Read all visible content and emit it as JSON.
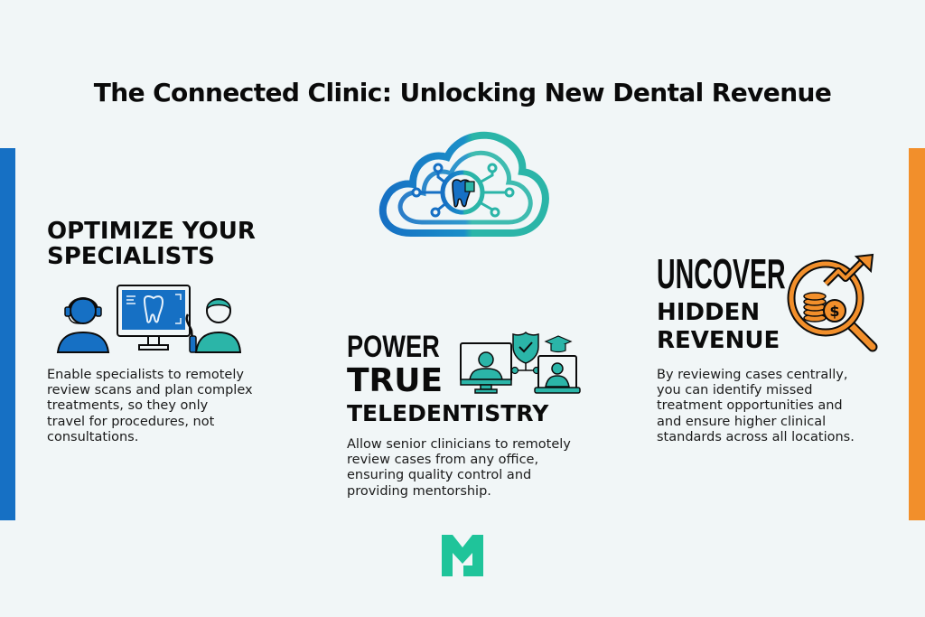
{
  "title": "The Connected Clinic: Unlocking New Dental Revenue",
  "colors": {
    "background": "#f1f6f7",
    "blue": "#1670c4",
    "teal": "#2bb5a8",
    "orange": "#f28f2b",
    "logo_green": "#1fc49a"
  },
  "hero_icon": "cloud-tooth-network-icon",
  "sections": {
    "left": {
      "heading_lines": [
        "OPTIMIZE YOUR",
        "SPECIALISTS"
      ],
      "icon": "remote-specialist-monitor-icon",
      "body_lines": [
        "Enable specialists to remotely",
        "review scans and plan complex",
        "treatments, so they only",
        "travel for procedures, not",
        "consultations."
      ]
    },
    "middle": {
      "heading_lines": [
        "POWER",
        "TRUE",
        "TELEDENTISTRY"
      ],
      "icon": "teledentistry-video-call-icon",
      "body_lines": [
        "Allow senior clinicians to remotely",
        "review cases from any office,",
        "ensuring quality control and",
        "providing mentorship."
      ]
    },
    "right": {
      "heading_lines": [
        "UNCOVER",
        "HIDDEN",
        "REVENUE"
      ],
      "icon": "magnifier-coins-growth-icon",
      "body_lines": [
        "By reviewing cases centrally,",
        "you can identify missed",
        "treatment opportunities and",
        "and ensure higher clinical",
        "standards across all locations."
      ]
    }
  },
  "footer_logo": "M"
}
